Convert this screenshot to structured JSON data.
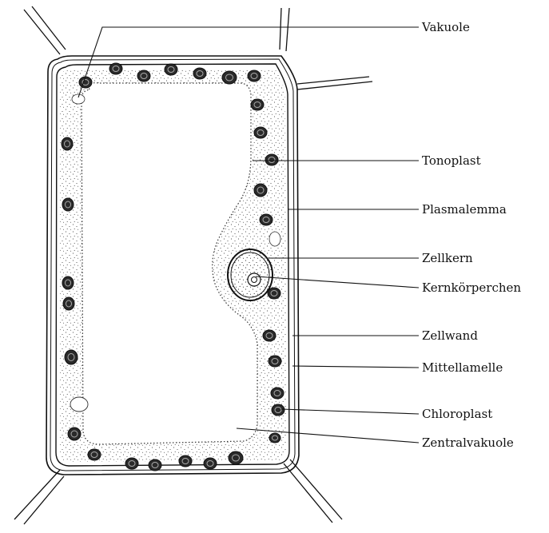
{
  "diagram": {
    "labels": {
      "vakuole": "Vakuole",
      "tonoplast": "Tonoplast",
      "plasmalemma": "Plasmalemma",
      "zellkern": "Zellkern",
      "kernkoerperchen": "Kernkörperchen",
      "zellwand": "Zellwand",
      "mittellamelle": "Mittellamelle",
      "chloroplast": "Chloroplast",
      "zentralvakuole": "Zentralvakuole"
    },
    "colors": {
      "ink": "#111111",
      "background": "#ffffff"
    }
  }
}
